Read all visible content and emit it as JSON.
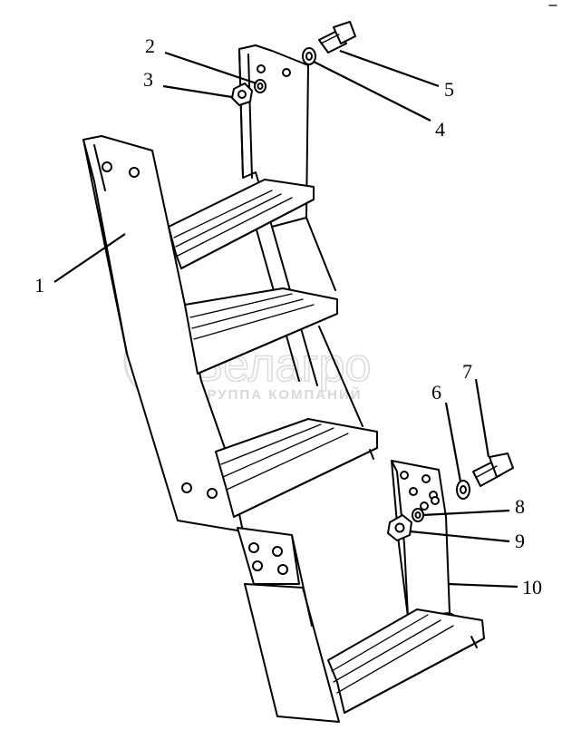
{
  "diagram": {
    "watermark": {
      "name": "Белагро",
      "subtitle": "ГРУППА КОМПАНИЙ"
    },
    "callouts": [
      {
        "id": "1",
        "label": "1"
      },
      {
        "id": "2",
        "label": "2"
      },
      {
        "id": "3",
        "label": "3"
      },
      {
        "id": "4",
        "label": "4"
      },
      {
        "id": "5",
        "label": "5"
      },
      {
        "id": "6",
        "label": "6"
      },
      {
        "id": "7",
        "label": "7"
      },
      {
        "id": "8",
        "label": "8"
      },
      {
        "id": "9",
        "label": "9"
      },
      {
        "id": "10",
        "label": "10"
      }
    ]
  }
}
